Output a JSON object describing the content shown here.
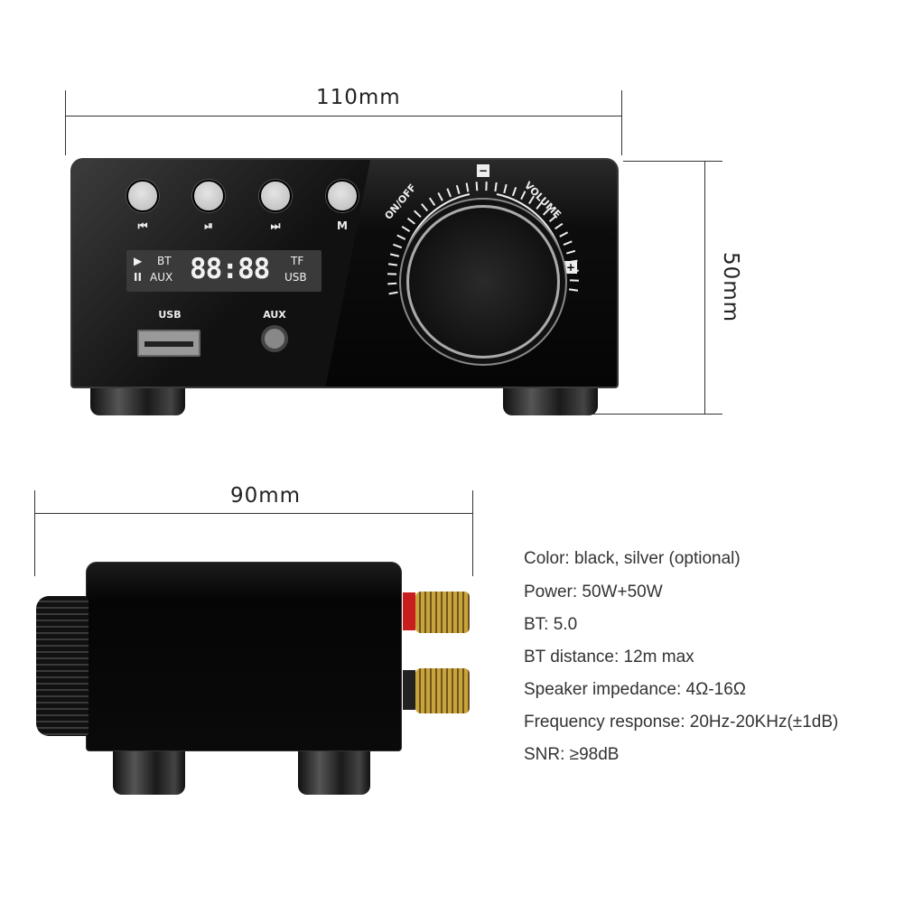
{
  "dimensions": {
    "width": "110mm",
    "height": "50mm",
    "depth": "90mm"
  },
  "front_panel": {
    "buttons": [
      {
        "symbol": "⏮",
        "action": "previous"
      },
      {
        "symbol": "⏯",
        "action": "play-pause"
      },
      {
        "symbol": "⏭",
        "action": "next"
      },
      {
        "symbol": "M",
        "action": "mode"
      }
    ],
    "display": {
      "play": "▶",
      "pause": "II",
      "bt": "BT",
      "aux": "AUX",
      "digits": "88:88",
      "tf": "TF",
      "usb": "USB"
    },
    "usb_label": "USB",
    "aux_label": "AUX",
    "knob": {
      "on_off": "ON/OFF",
      "volume": "VOLUME",
      "minus": "−",
      "plus": "+"
    }
  },
  "specs": [
    "Color: black, silver (optional)",
    "Power: 50W+50W",
    "BT: 5.0",
    "BT distance: 12m max",
    "Speaker impedance: 4Ω-16Ω",
    "Frequency response: 20Hz-20KHz(±1dB)",
    "SNR: ≥98dB"
  ],
  "colors": {
    "device": "#0a0a0a",
    "terminal_red": "#c81e1e",
    "terminal_gold": "#c9a43a"
  }
}
